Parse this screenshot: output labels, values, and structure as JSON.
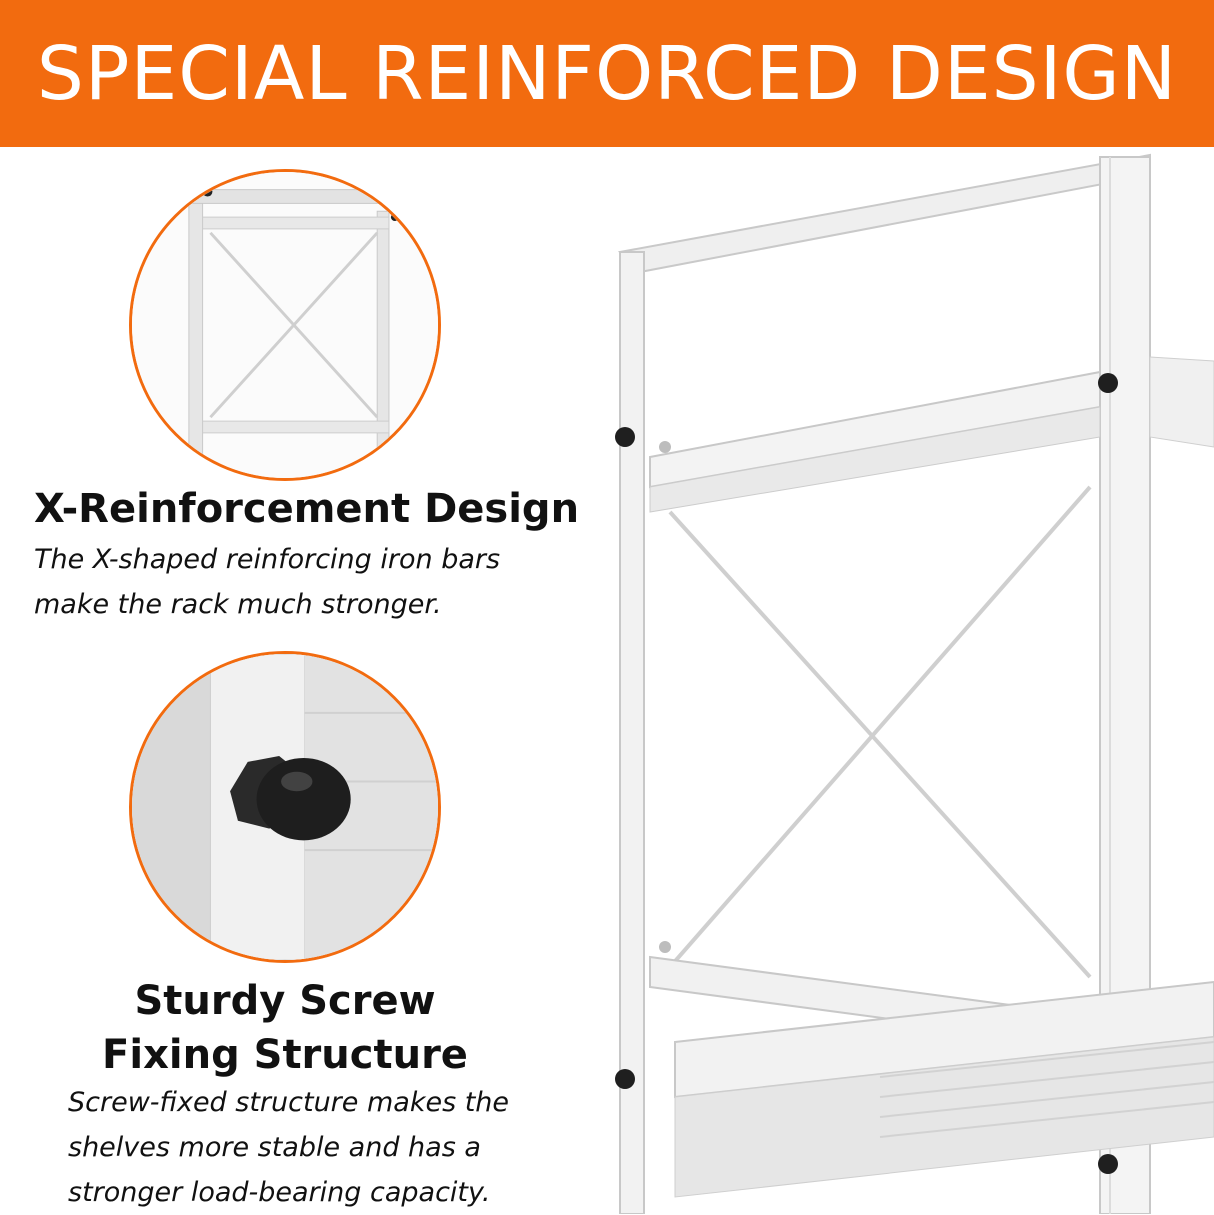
{
  "banner": {
    "title": "SPECIAL REINFORCED DESIGN",
    "color": "#f26b0f"
  },
  "features": [
    {
      "title": "X-Reinforcement Design",
      "description_lines": [
        "The X-shaped reinforcing iron bars",
        "make the rack much stronger."
      ],
      "image_icon": "x-brace-closeup-icon"
    },
    {
      "title_lines": [
        "Sturdy Screw",
        "Fixing Structure"
      ],
      "description_lines": [
        "Screw-fixed structure makes the",
        "shelves more stable and has a",
        "stronger load-bearing capacity."
      ],
      "image_icon": "screw-cap-closeup-icon"
    }
  ],
  "product_image": "white-metal-shelving-rack-icon"
}
